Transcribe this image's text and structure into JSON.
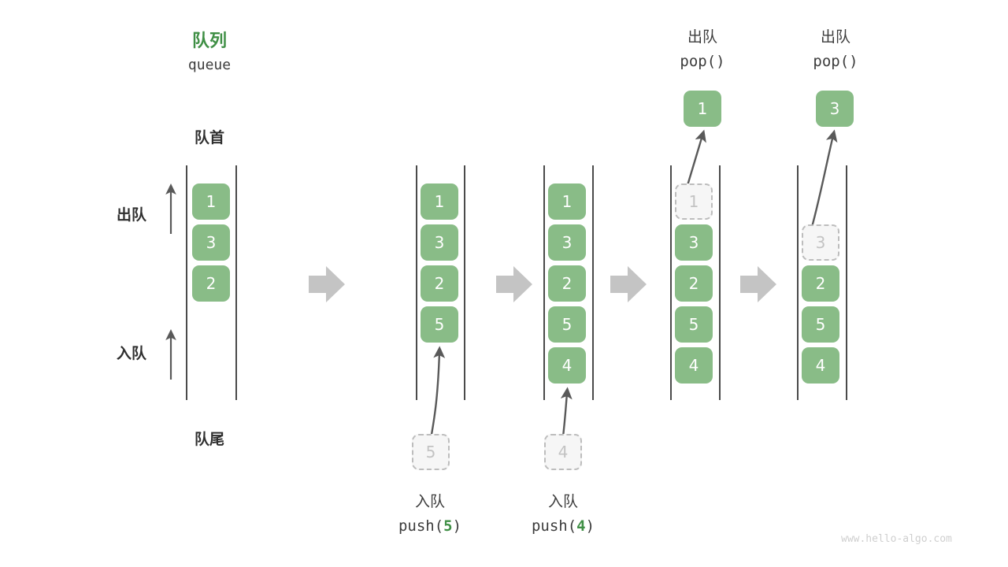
{
  "diagram": {
    "title_cn": "队列",
    "title_code": "queue",
    "front_label": "队首",
    "rear_label": "队尾",
    "dequeue_label": "出队",
    "enqueue_label": "入队",
    "watermark": "www.hello-algo.com",
    "accent_green": "#3f8f45",
    "cell_green": "#89bc87",
    "ghost_gray": "#bdbdbd",
    "arrow_gray": "#c4c4c4"
  },
  "steps": [
    {
      "id": "initial",
      "caption_cn": "",
      "caption_code": "",
      "cells": [
        {
          "value": "1",
          "state": "filled"
        },
        {
          "value": "3",
          "state": "filled"
        },
        {
          "value": "2",
          "state": "filled"
        }
      ],
      "incoming": null,
      "popped": null,
      "top_caption_cn": "",
      "top_caption_code": ""
    },
    {
      "id": "push-5",
      "caption_cn": "入队",
      "caption_code": "push(5)",
      "caption_arg": "5",
      "cells": [
        {
          "value": "1",
          "state": "filled"
        },
        {
          "value": "3",
          "state": "filled"
        },
        {
          "value": "2",
          "state": "filled"
        },
        {
          "value": "5",
          "state": "filled"
        }
      ],
      "incoming": {
        "value": "5",
        "state": "ghost"
      },
      "popped": null,
      "top_caption_cn": "",
      "top_caption_code": ""
    },
    {
      "id": "push-4",
      "caption_cn": "入队",
      "caption_code": "push(4)",
      "caption_arg": "4",
      "cells": [
        {
          "value": "1",
          "state": "filled"
        },
        {
          "value": "3",
          "state": "filled"
        },
        {
          "value": "2",
          "state": "filled"
        },
        {
          "value": "5",
          "state": "filled"
        },
        {
          "value": "4",
          "state": "filled"
        }
      ],
      "incoming": {
        "value": "4",
        "state": "ghost"
      },
      "popped": null,
      "top_caption_cn": "",
      "top_caption_code": ""
    },
    {
      "id": "pop-1",
      "caption_cn": "",
      "caption_code": "",
      "cells": [
        {
          "value": "1",
          "state": "ghost"
        },
        {
          "value": "3",
          "state": "filled"
        },
        {
          "value": "2",
          "state": "filled"
        },
        {
          "value": "5",
          "state": "filled"
        },
        {
          "value": "4",
          "state": "filled"
        }
      ],
      "incoming": null,
      "popped": {
        "value": "1",
        "state": "filled"
      },
      "top_caption_cn": "出队",
      "top_caption_code": "pop()"
    },
    {
      "id": "pop-3",
      "caption_cn": "",
      "caption_code": "",
      "cells": [
        {
          "value": "3",
          "state": "ghost"
        },
        {
          "value": "2",
          "state": "filled"
        },
        {
          "value": "5",
          "state": "filled"
        },
        {
          "value": "4",
          "state": "filled"
        }
      ],
      "incoming": null,
      "popped": {
        "value": "3",
        "state": "filled"
      },
      "top_caption_cn": "出队",
      "top_caption_code": "pop()"
    }
  ],
  "flow_arrows": 4
}
